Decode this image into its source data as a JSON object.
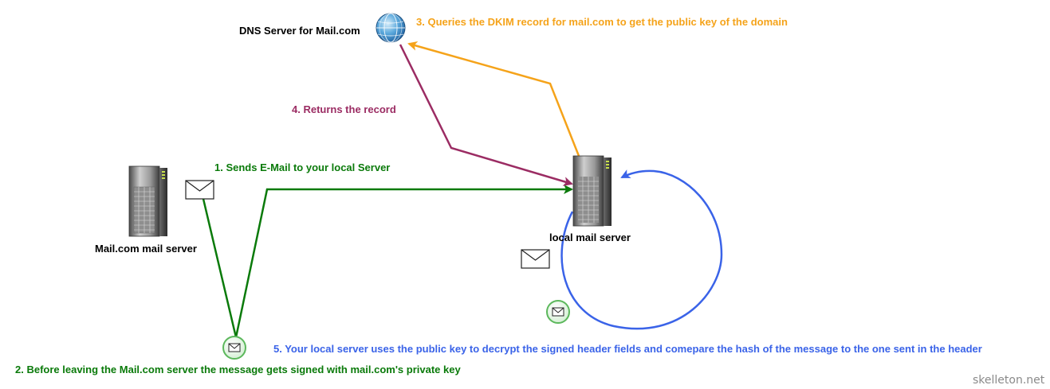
{
  "nodes": {
    "dns_server": "DNS Server for Mail.com",
    "sender_server": "Mail.com mail server",
    "local_server": "local mail server"
  },
  "steps": [
    {
      "number": "1",
      "text": "1. Sends E-Mail to your local Server",
      "color": "#0a7a0a"
    },
    {
      "number": "2",
      "text": "2. Before leaving the Mail.com server the message gets signed with mail.com's private key",
      "color": "#0a7a0a"
    },
    {
      "number": "3",
      "text": "3. Queries the DKIM record for mail.com to get the public key of the domain",
      "color": "#f5a31a"
    },
    {
      "number": "4",
      "text": "4. Returns the record",
      "color": "#9b2c63"
    },
    {
      "number": "5",
      "text": "5. Your local server uses the public key to decrypt the signed header fields and comepare the hash of the message to the one sent in the header",
      "color": "#3a63e8"
    }
  ],
  "watermark": "skelleton.net",
  "icons": [
    "globe-icon",
    "server-icon",
    "envelope-icon",
    "signed-envelope-icon"
  ]
}
